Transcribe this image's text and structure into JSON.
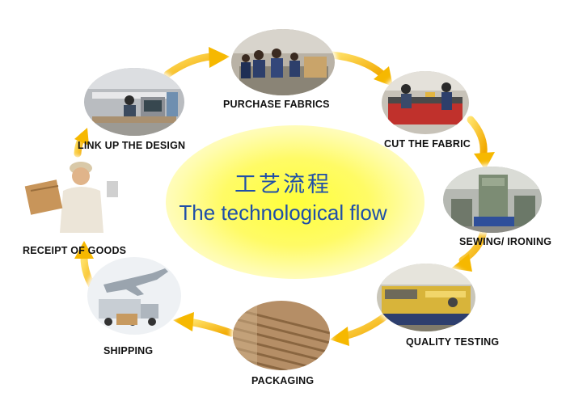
{
  "title": {
    "chinese": "工艺流程",
    "english": "The technological flow"
  },
  "steps": [
    {
      "label": "PURCHASE FABRICS",
      "icon": "workers-photo"
    },
    {
      "label": "CUT THE FABRIC",
      "icon": "cutting-machine-photo"
    },
    {
      "label": "SEWING/ IRONING",
      "icon": "press-machine-photo"
    },
    {
      "label": "QUALITY TESTING",
      "icon": "testing-machine-photo"
    },
    {
      "label": "PACKAGING",
      "icon": "cardboard-photo"
    },
    {
      "label": "SHIPPING",
      "icon": "plane-truck-photo"
    },
    {
      "label": "RECEIPT OF GOODS",
      "icon": "delivery-man-photo"
    },
    {
      "label": "LINK UP THE DESIGN",
      "icon": "office-photo"
    }
  ],
  "colors": {
    "title": "#1f4fa8",
    "arrow": "#f6b800",
    "glow": "#ffff3a"
  }
}
